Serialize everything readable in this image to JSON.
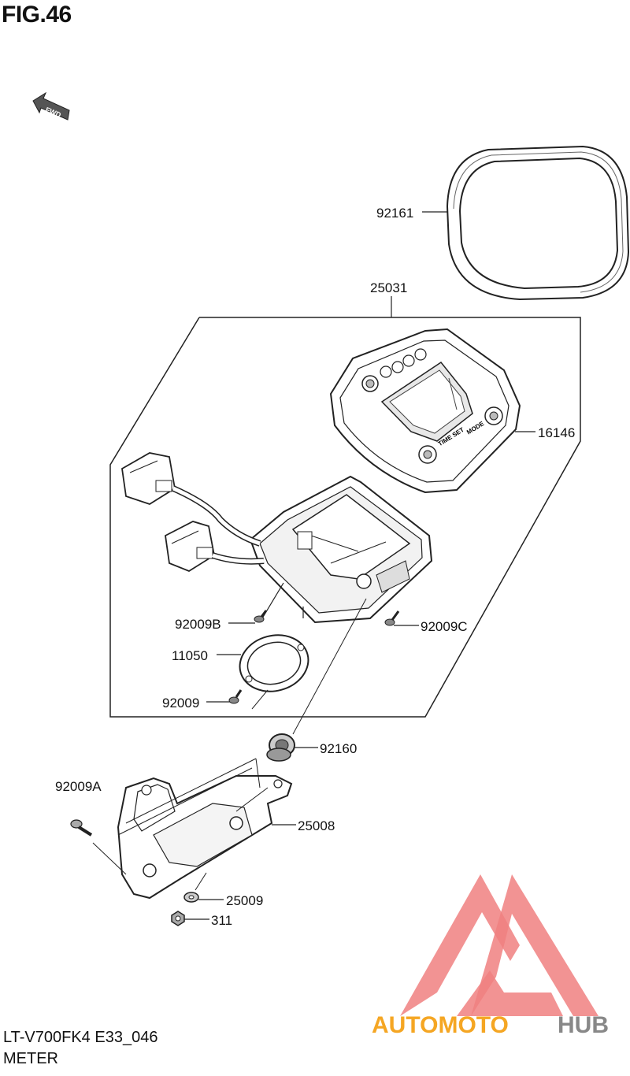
{
  "figure": {
    "title": "FIG.46",
    "model_code": "LT-V700FK4 E33_046",
    "section": "METER",
    "direction_label": "FWD"
  },
  "parts": [
    {
      "id": "p92161",
      "label": "92161"
    },
    {
      "id": "p25031",
      "label": "25031"
    },
    {
      "id": "p16146",
      "label": "16146"
    },
    {
      "id": "p92009B",
      "label": "92009B"
    },
    {
      "id": "p92009C",
      "label": "92009C"
    },
    {
      "id": "p11050",
      "label": "11050"
    },
    {
      "id": "p92009",
      "label": "92009"
    },
    {
      "id": "p92160",
      "label": "92160"
    },
    {
      "id": "p92009A",
      "label": "92009A"
    },
    {
      "id": "p25008",
      "label": "25008"
    },
    {
      "id": "p25009",
      "label": "25009"
    },
    {
      "id": "p311",
      "label": "311"
    }
  ],
  "meter_face": {
    "button_time_set": "TIME SET",
    "button_mode": "MODE"
  },
  "watermark": {
    "text_part1": "AUTOMOTO",
    "text_part2": "HUB",
    "color_primary": "#f08080",
    "color_secondary": "#f5a623",
    "color_hub": "#888888"
  }
}
